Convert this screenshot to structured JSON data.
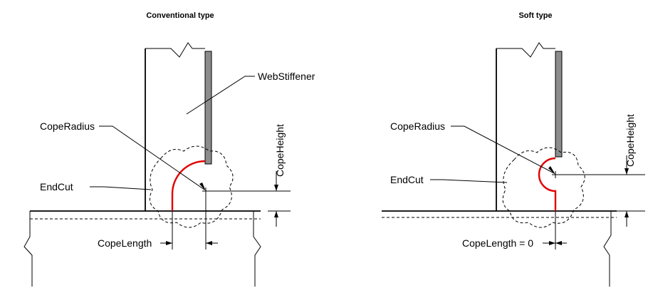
{
  "colors": {
    "end_cut": "#e00000",
    "stiffener": "#8c8c8c",
    "line": "#000000"
  },
  "panels": {
    "conventional": {
      "title": "Conventional type",
      "labels": {
        "web_stiffener": "WebStiffener",
        "cope_radius": "CopeRadius",
        "end_cut": "EndCut",
        "cope_height": "CopeHeight",
        "cope_length": "CopeLength"
      }
    },
    "soft": {
      "title": "Soft type",
      "labels": {
        "cope_radius": "CopeRadius",
        "end_cut": "EndCut",
        "cope_height": "CopeHeight",
        "cope_length": "CopeLength = 0"
      }
    }
  }
}
